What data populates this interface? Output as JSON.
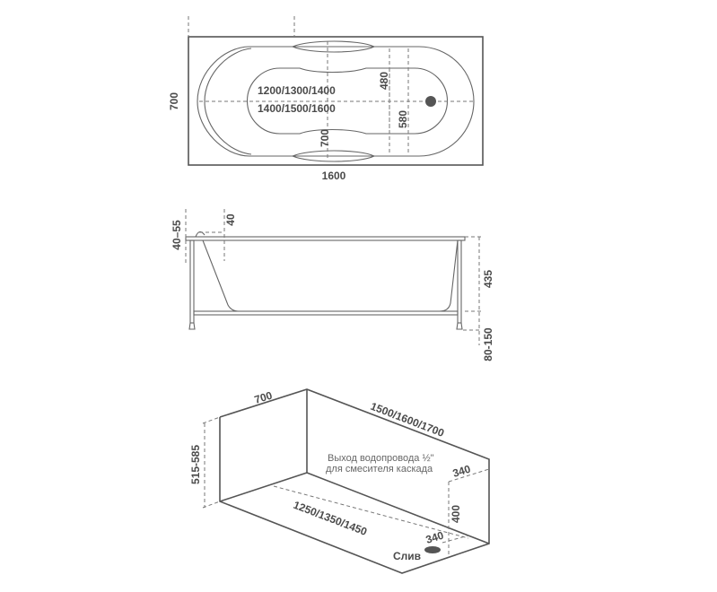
{
  "top_view": {
    "width_label": "700",
    "length_label": "1600",
    "inner_length_1": "1200/1300/1400",
    "inner_length_2": "1400/1500/1600",
    "inner_width": "700",
    "dim_480": "480",
    "dim_580": "580"
  },
  "side_view": {
    "rim_label": "40–55",
    "lip_label": "40",
    "depth_label": "435",
    "leg_label": "80-150"
  },
  "iso_view": {
    "width_label": "700",
    "length_label": "1500/1600/1700",
    "height_label": "515-585",
    "floor_label": "1250/1350/1450",
    "pipe_note_1": "Выход водопровода ½\"",
    "pipe_note_2": "для смесителя каскада",
    "offset_340_top": "340",
    "offset_340_bottom": "340",
    "height_400": "400",
    "drain_label": "Слив"
  }
}
